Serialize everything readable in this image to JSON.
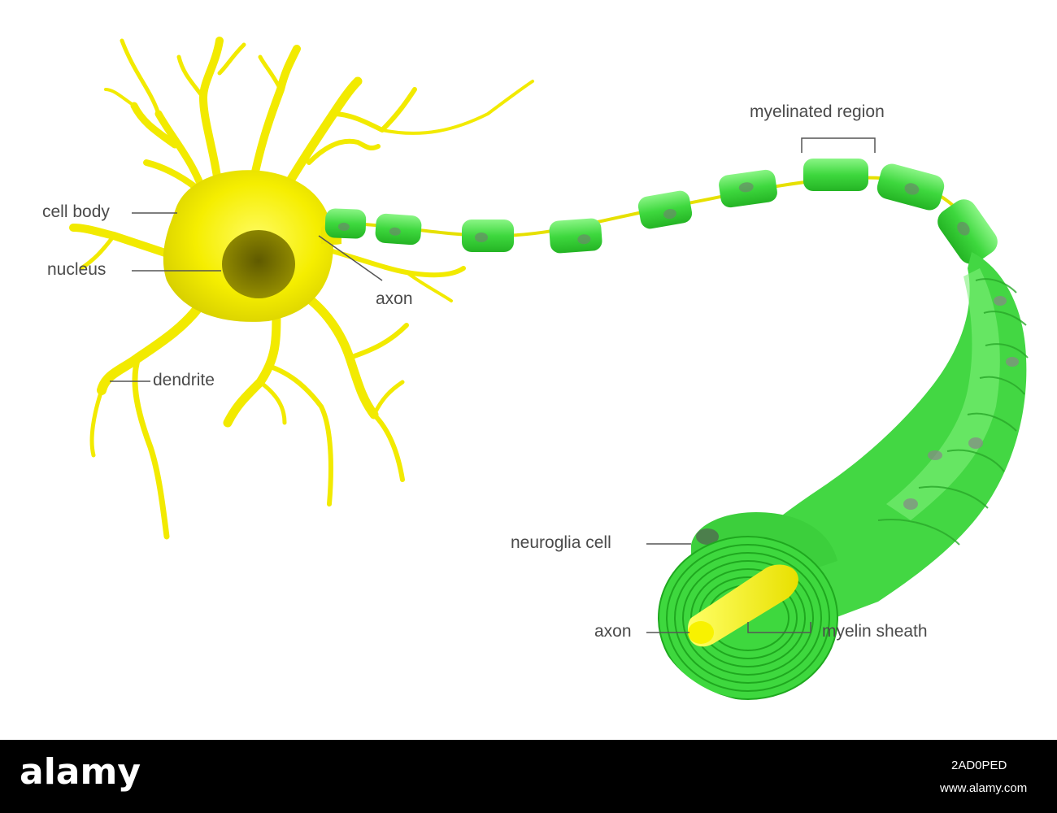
{
  "diagram": {
    "labels": {
      "cell_body": "cell body",
      "nucleus": "nucleus",
      "dendrite": "dendrite",
      "axon_top": "axon",
      "myelinated_region": "myelinated region",
      "neuroglia_cell": "neuroglia cell",
      "axon_bottom": "axon",
      "myelin_sheath": "myelin sheath"
    },
    "colors": {
      "neuron": "#f5ee00",
      "neuron_shadow": "#d9d000",
      "nucleus": "#7a7400",
      "myelin": "#3ed83e",
      "myelin_light": "#7ff07a",
      "myelin_dark": "#22b022",
      "label_text": "#4a4a4a",
      "leader_line": "#555555"
    }
  },
  "watermark": {
    "brand": "alamy",
    "image_id": "2AD0PED",
    "url": "www.alamy.com"
  }
}
